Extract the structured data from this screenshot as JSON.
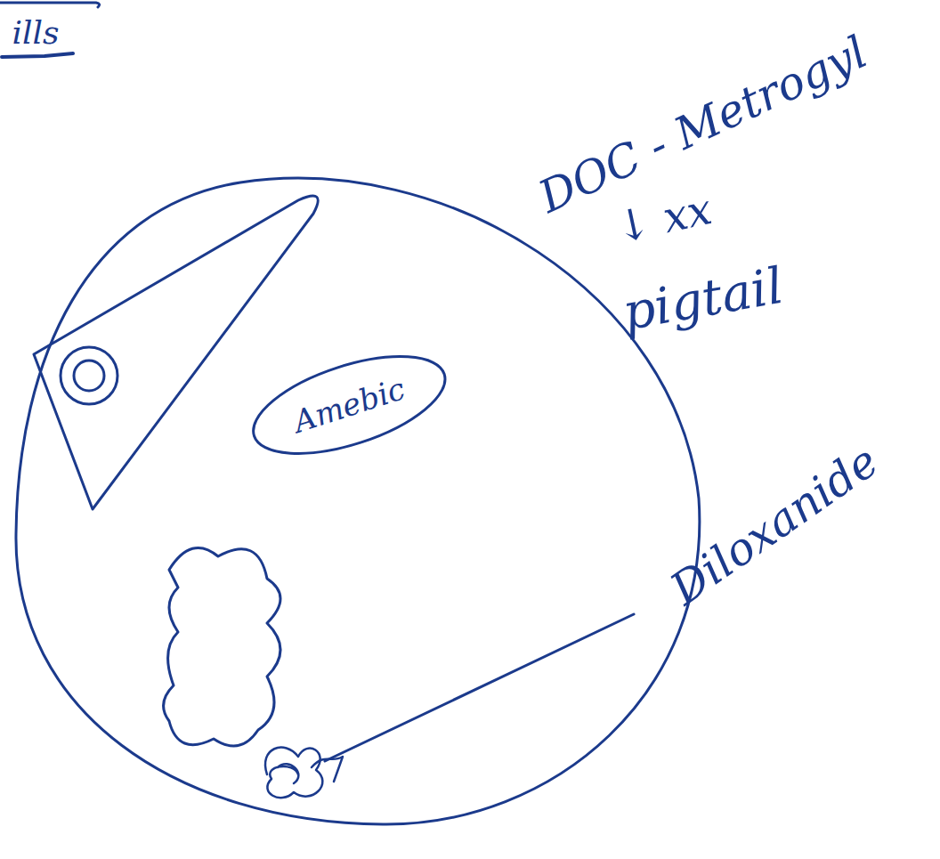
{
  "diagram": {
    "nodes": [
      {
        "text": [
          "Amebic"
        ]
      }
    ],
    "labels": [
      "ills",
      "DOC - Metrogyl",
      "↓ xx",
      "pigtail",
      "Diloxanide"
    ]
  }
}
